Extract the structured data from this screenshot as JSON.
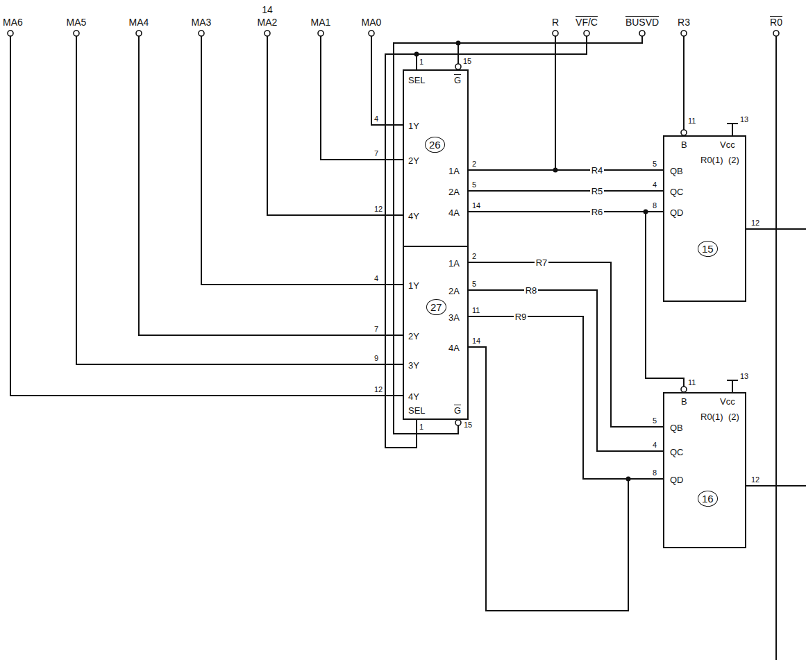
{
  "diagram": {
    "nodes": [
      {
        "text": [
          "26",
          "SEL",
          "G",
          "1Y",
          "2Y",
          "4Y",
          "1A",
          "2A",
          "4A"
        ]
      },
      {
        "text": [
          "27",
          "1Y",
          "2Y",
          "3Y",
          "4Y",
          "1A",
          "2A",
          "3A",
          "4A",
          "SEL",
          "G"
        ]
      },
      {
        "text": [
          "15",
          "B",
          "QB",
          "QC",
          "QD",
          "Vcc",
          "R0(1)",
          "(2)"
        ]
      },
      {
        "text": [
          "16",
          "B",
          "QB",
          "QC",
          "QD",
          "Vcc",
          "R0(1)",
          "(2)"
        ]
      }
    ],
    "edges": [
      {
        "from": 0,
        "to": 2,
        "arrow": "none",
        "label": "R4"
      },
      {
        "from": 0,
        "to": 2,
        "arrow": "none",
        "label": "R5"
      },
      {
        "from": 0,
        "to": 2,
        "arrow": "none",
        "label": "R6"
      },
      {
        "from": 1,
        "to": 3,
        "arrow": "none",
        "label": "R7"
      },
      {
        "from": 1,
        "to": 3,
        "arrow": "none",
        "label": "R8"
      },
      {
        "from": 1,
        "to": 3,
        "arrow": "none",
        "label": "R9"
      },
      {
        "from": 2,
        "to": 3,
        "arrow": "none"
      },
      {
        "from": 3,
        "to": 1,
        "arrow": "none"
      }
    ],
    "labels": [
      "14",
      "MA6",
      "MA5",
      "MA4",
      "MA3",
      "MA2",
      "MA1",
      "MA0",
      "R",
      "VF/C",
      "BUSVD",
      "R3",
      "R0",
      "1",
      "15",
      "4",
      "7",
      "12",
      "2",
      "5",
      "14",
      "4",
      "7",
      "9",
      "12",
      "2",
      "5",
      "11",
      "14",
      "1",
      "15",
      "11",
      "5",
      "4",
      "8",
      "13",
      "12",
      "11",
      "5",
      "4",
      "8",
      "13",
      "12"
    ]
  }
}
